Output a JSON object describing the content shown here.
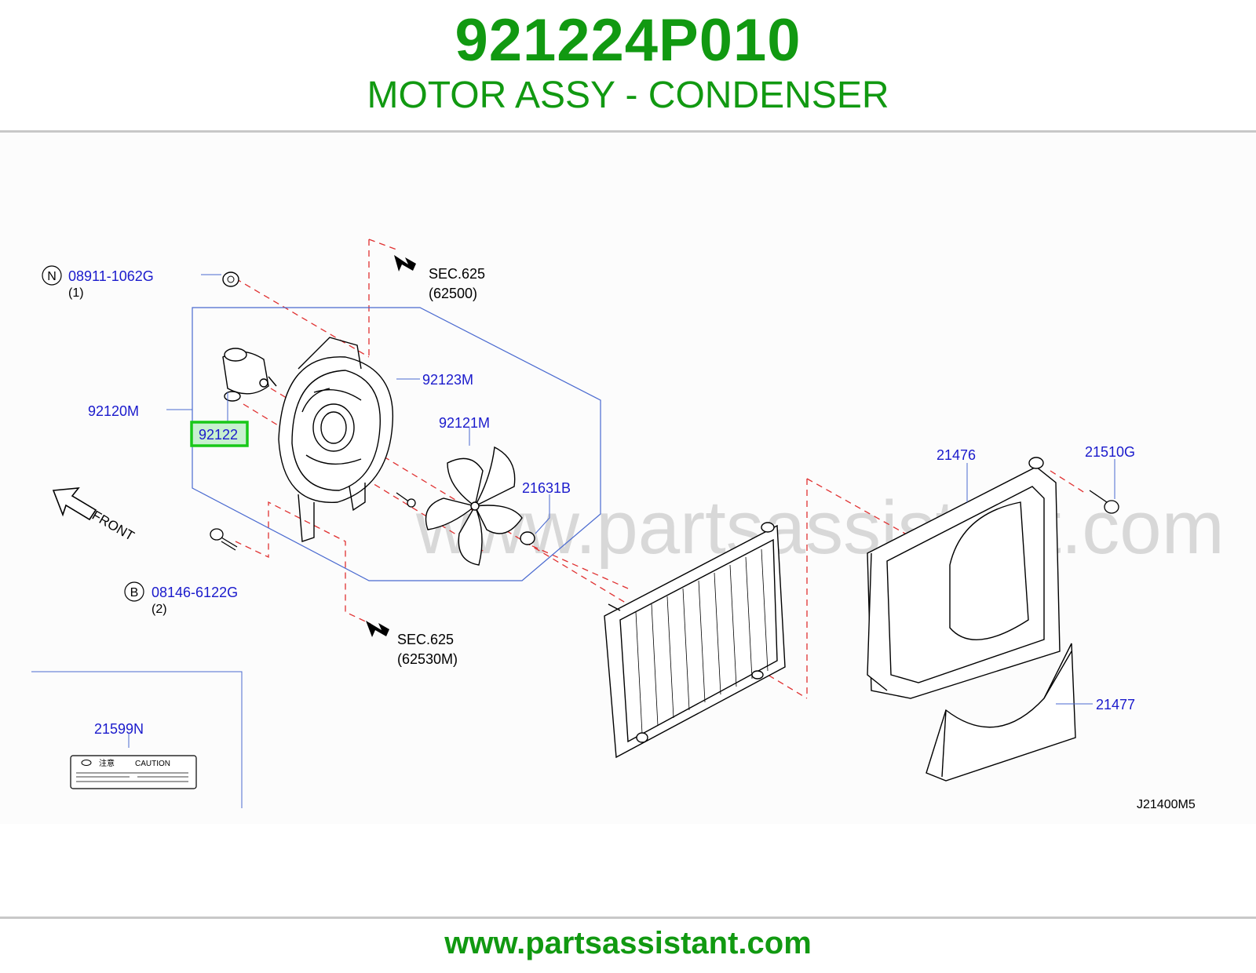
{
  "header": {
    "part_number": "921224P010",
    "part_name": "MOTOR ASSY - CONDENSER"
  },
  "diagram": {
    "watermark": "www.partsassistant.com",
    "figure_code": "J21400M5",
    "front_label": "FRONT",
    "highlight_color": "#18c818",
    "callout_color": "#1a1acc",
    "leader_color": "#e03030",
    "callouts": {
      "nut": {
        "badge": "N",
        "number": "08911-1062G",
        "qty": "(1)"
      },
      "bolt": {
        "badge": "B",
        "number": "08146-6122G",
        "qty": "(2)"
      },
      "fan_assy": "92120M",
      "motor": "92122",
      "shroud": "92123M",
      "fan": "92121M",
      "nut_small": "21631B",
      "radiator_shroud": "21476",
      "clip": "21510G",
      "lower_shroud": "21477",
      "caution_label": "21599N"
    },
    "sec_refs": [
      {
        "sec": "SEC.625",
        "sub": "(62500)"
      },
      {
        "sec": "SEC.625",
        "sub": "(62530M)"
      }
    ],
    "caution": {
      "jp": "注意",
      "en": "CAUTION"
    }
  },
  "footer": {
    "url": "www.partsassistant.com"
  }
}
